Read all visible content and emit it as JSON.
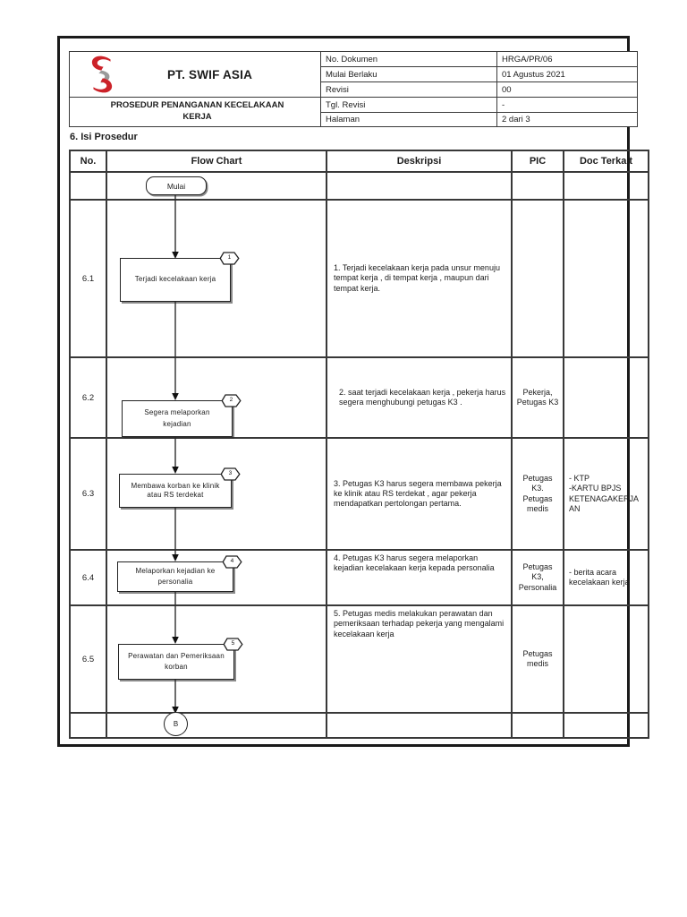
{
  "colors": {
    "accent_red": "#cc2229",
    "logo_gray": "#9a9a9a",
    "grid_line": "#383838",
    "text": "#1c1c1c"
  },
  "header": {
    "company": "PT. SWIF ASIA",
    "logo_icon": "swif-asia-s-logo",
    "doc_title": "PROSEDUR PENANGANAN KECELAKAAN\nKERJA",
    "fields": [
      {
        "label": "No. Dokumen",
        "value": "HRGA/PR/06"
      },
      {
        "label": "Mulai Berlaku",
        "value": "01 Agustus 2021"
      },
      {
        "label": "Revisi",
        "value": "00"
      },
      {
        "label": "Tgl. Revisi",
        "value": "-"
      },
      {
        "label": "Halaman",
        "value": "2 dari 3"
      }
    ]
  },
  "section_heading": "6. Isi Prosedur",
  "table": {
    "headers": [
      "No.",
      "Flow Chart",
      "Deskripsi",
      "PIC",
      "Doc Terkait"
    ],
    "rows": [
      {
        "no": "6.1",
        "deskripsi": "1. Terjadi kecelakaan kerja pada unsur menuju tempat kerja , di tempat kerja , maupun dari tempat kerja.",
        "pic": "",
        "doc": ""
      },
      {
        "no": "6.2",
        "deskripsi": "2. saat terjadi kecelakaan kerja , pekerja harus segera menghubungi petugas K3 .",
        "pic": "Pekerja,\nPetugas K3",
        "doc": ""
      },
      {
        "no": "6.3",
        "deskripsi": "3. Petugas K3 harus segera membawa pekerja ke klinik atau RS terdekat , agar pekerja mendapatkan pertolongan pertama.",
        "pic": "Petugas K3.\nPetugas\nmedis",
        "doc": "- KTP\n-KARTU BPJS\nKETENAGAKERJA\nAN"
      },
      {
        "no": "6.4",
        "deskripsi": "4. Petugas K3 harus segera melaporkan kejadian kecelakaan kerja kepada personalia",
        "pic": "Petugas K3,\nPersonalia",
        "doc": "- berita acara\nkecelakaan kerja"
      },
      {
        "no": "6.5",
        "deskripsi": "5. Petugas medis melakukan perawatan dan pemeriksaan terhadap pekerja yang mengalami kecelakaan kerja",
        "pic": "Petugas\nmedis",
        "doc": ""
      }
    ]
  },
  "flowchart": {
    "start_label": "Mulai",
    "end_connector": "B",
    "nodes": [
      {
        "num": "1",
        "label": "Terjadi kecelakaan kerja"
      },
      {
        "num": "2",
        "label": "Segera melaporkan\nkejadian"
      },
      {
        "num": "3",
        "label": "Membawa korban ke klinik\natau RS terdekat"
      },
      {
        "num": "4",
        "label": "Melaporkan kejadian ke\npersonalia"
      },
      {
        "num": "5",
        "label": "Perawatan dan Pemeriksaan\nkorban"
      }
    ]
  }
}
